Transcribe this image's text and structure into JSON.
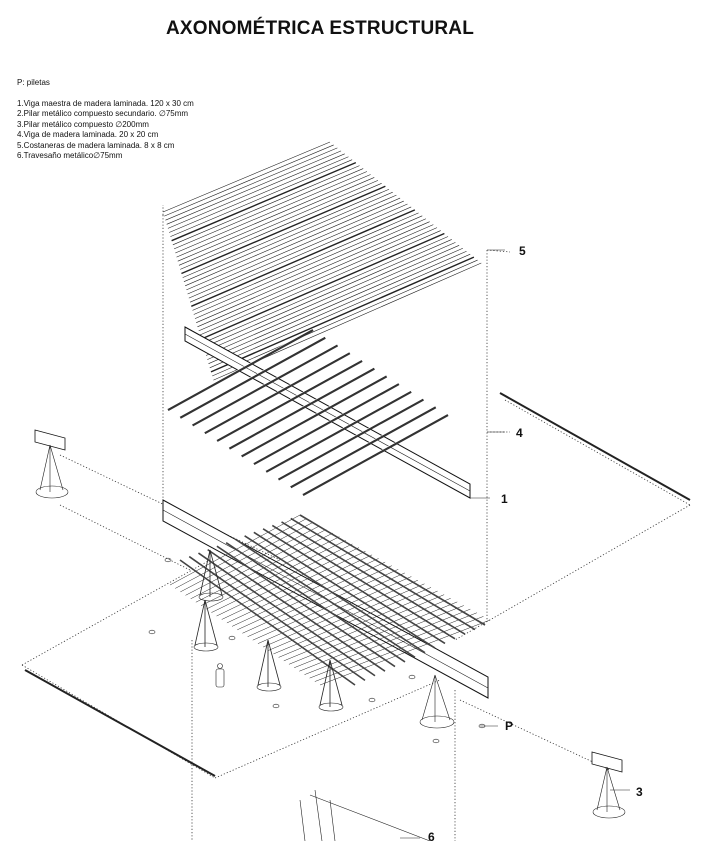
{
  "title": "AXONOMÉTRICA ESTRUCTURAL",
  "legend": {
    "p_note": "P: piletas",
    "items": [
      "1.Viga maestra de madera laminada. 120 x 30 cm",
      "2.Pilar metálico compuesto secundario. ∅75mm",
      "3.Pilar metálico compuesto ∅200mm",
      "4.Viga de madera laminada. 20 x 20 cm",
      "5.Costaneras de madera laminada. 8 x 8 cm",
      "6.Travesaño metálico∅75mm"
    ]
  },
  "callouts": {
    "c5": "5",
    "c4": "4",
    "c1": "1",
    "cP": "P",
    "c3": "3",
    "c6": "6"
  }
}
